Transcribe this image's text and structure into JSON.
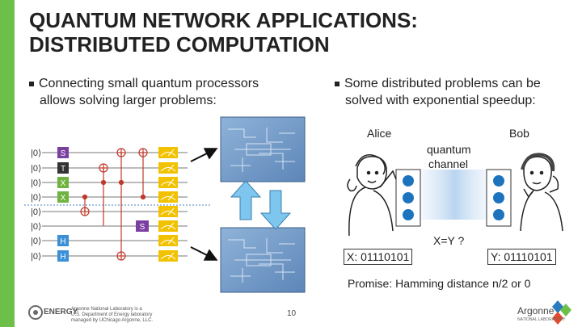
{
  "slide": {
    "title_line1": "QUANTUM NETWORK APPLICATIONS:",
    "title_line2": "DISTRIBUTED COMPUTATION",
    "left_bullet_line1": "Connecting small quantum processors",
    "left_bullet_line2": "allows solving larger problems:",
    "right_bullet_line1": "Some distributed problems can be",
    "right_bullet_line2": "solved with exponential speedup:",
    "page_number": "10",
    "accent_color": "#6cc04a"
  },
  "circuit": {
    "qubit_labels": [
      "|0⟩",
      "|0⟩",
      "|0⟩",
      "|0⟩",
      "|0⟩",
      "|0⟩",
      "|0⟩",
      "|0⟩"
    ],
    "gates": {
      "s_top": "S",
      "t": "T",
      "x1": "X",
      "x2": "X",
      "s_mid": "S",
      "h1": "H",
      "h2": "H"
    }
  },
  "network": {
    "alice": "Alice",
    "bob": "Bob",
    "channel_line1": "quantum",
    "channel_line2": "channel",
    "question": "X=Y ?",
    "x_value": "X: 01110101",
    "y_value": "Y: 01110101",
    "promise": "Promise: Hamming distance n/2 or 0"
  },
  "footer": {
    "logo_left": "ENERGY",
    "logo_right": "Argonne",
    "logo_right_sub": "NATIONAL LABORATORY",
    "disclaimer_line1": "Argonne National Laboratory is a",
    "disclaimer_line2": "U.S. Department of Energy laboratory",
    "disclaimer_line3": "managed by UChicago Argonne, LLC."
  }
}
